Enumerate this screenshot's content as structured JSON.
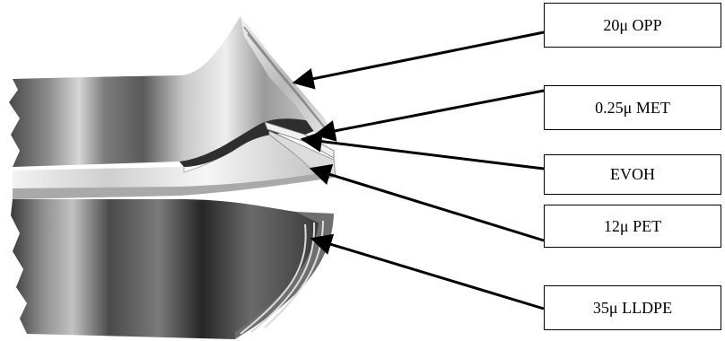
{
  "layers": [
    {
      "label": "20μ OPP",
      "material": "OPP",
      "thickness_microns": 20
    },
    {
      "label": "0.25μ MET",
      "material": "MET",
      "thickness_microns": 0.25
    },
    {
      "label": "EVOH",
      "material": "EVOH"
    },
    {
      "label": "12μ PET",
      "material": "PET",
      "thickness_microns": 12
    },
    {
      "label": "35μ LLDPE",
      "material": "LLDPE",
      "thickness_microns": 35
    }
  ],
  "colors": {
    "arrow": "#000000",
    "box_border": "#000000",
    "film_dark": "#3a3a3a",
    "film_light": "#e6e6e6"
  }
}
